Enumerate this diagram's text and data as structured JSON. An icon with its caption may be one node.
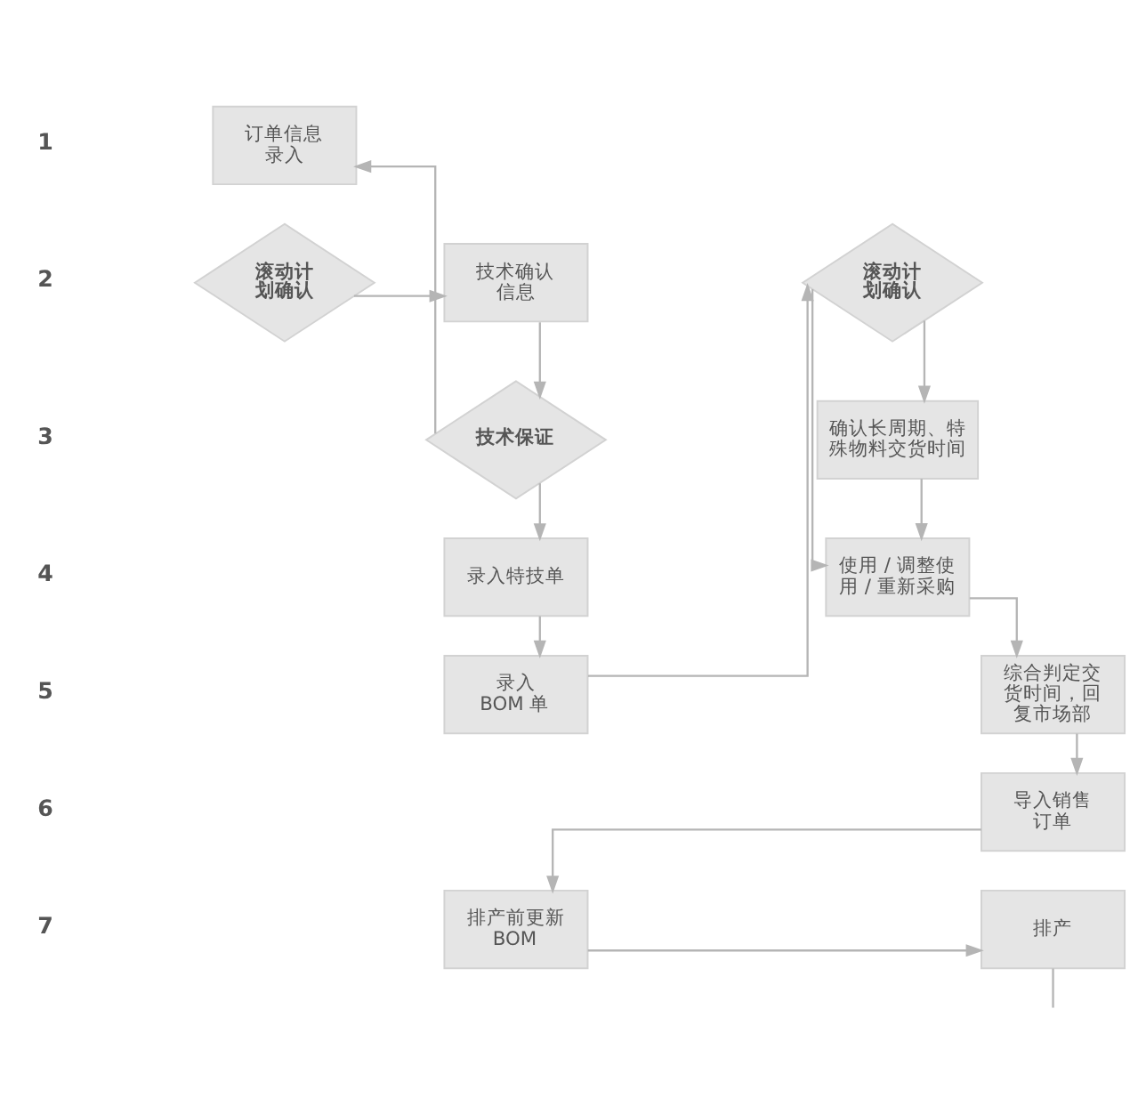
{
  "diagram": {
    "nodes": [
      {
        "text": [
          "订单信息录入"
        ]
      },
      {
        "text": [
          "滚动计划确认"
        ]
      },
      {
        "text": [
          "技术确认信息"
        ]
      },
      {
        "text": [
          "滚动计划确认"
        ]
      },
      {
        "text": [
          "技术保证"
        ]
      },
      {
        "text": [
          "确认长周期、特殊物料交货时间"
        ]
      },
      {
        "text": [
          "录入特技单"
        ]
      },
      {
        "text": [
          "使用 / 调整使用 / 重新采购"
        ]
      },
      {
        "text": [
          "录入BOM 单"
        ]
      },
      {
        "text": [
          "综合判定交货时间，回复市场部"
        ]
      },
      {
        "text": [
          "导入销售订单"
        ]
      },
      {
        "text": [
          "排产前更新BOM"
        ]
      },
      {
        "text": [
          "排产"
        ]
      }
    ],
    "edges": [
      {
        "from": 1,
        "to": 2,
        "arrow": "to"
      },
      {
        "from": 2,
        "to": 4,
        "arrow": "to"
      },
      {
        "from": 4,
        "to": 0,
        "arrow": "to"
      },
      {
        "from": 4,
        "to": 6,
        "arrow": "to"
      },
      {
        "from": 6,
        "to": 8,
        "arrow": "to"
      },
      {
        "from": 8,
        "to": 3,
        "arrow": "to"
      },
      {
        "from": 3,
        "to": 5,
        "arrow": "to"
      },
      {
        "from": 3,
        "to": 7,
        "arrow": "to"
      },
      {
        "from": 5,
        "to": 7,
        "arrow": "to"
      },
      {
        "from": 7,
        "to": 9,
        "arrow": "to"
      },
      {
        "from": 9,
        "to": 10,
        "arrow": "to"
      },
      {
        "from": 10,
        "to": 11,
        "arrow": "to"
      },
      {
        "from": 11,
        "to": 12,
        "arrow": "to"
      },
      {
        "from": 12,
        "to": null,
        "arrow": "none"
      }
    ],
    "labels": [
      "1",
      "2",
      "3",
      "4",
      "5",
      "6",
      "7"
    ]
  }
}
